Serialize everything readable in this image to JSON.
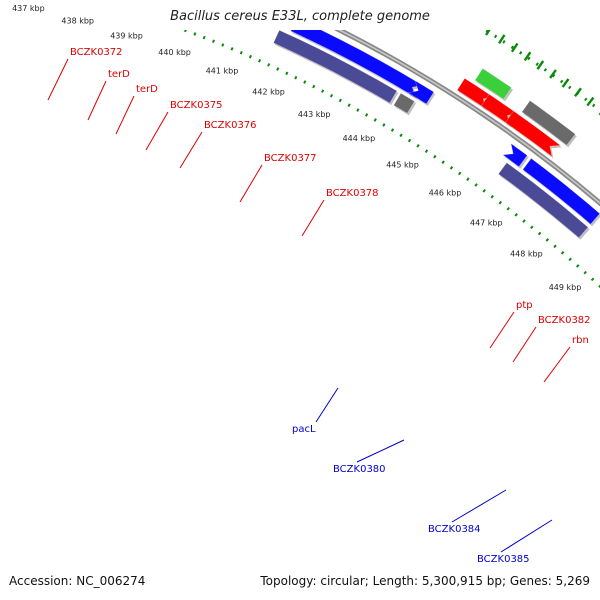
{
  "title": "Bacillus cereus E33L, complete genome",
  "accession": "Accession: NC_006274",
  "summary": "Topology: circular; Length: 5,300,915 bp; Genes: 5,269",
  "colors": {
    "red": "#ff0000",
    "navy": "#4a4a96",
    "blue": "#0a0aff",
    "green": "#3ccf3c",
    "gray": "#6a6a6a",
    "cyan": "#14cfcf",
    "orange": "#ff9a10",
    "backbone": "#999999",
    "tick": "#0a8a0a",
    "label_red": "#dd0000",
    "label_blue": "#0000cc"
  },
  "kbp_labels": [
    "437 kbp",
    "438 kbp",
    "439 kbp",
    "440 kbp",
    "441 kbp",
    "442 kbp",
    "443 kbp",
    "444 kbp",
    "445 kbp",
    "446 kbp",
    "447 kbp",
    "448 kbp",
    "449 kbp"
  ],
  "gene_labels": {
    "forward": [
      "BCZK0372",
      "terD",
      "terD",
      "BCZK0375",
      "BCZK0376",
      "BCZK0377",
      "BCZK0378",
      "ptp",
      "BCZK0382",
      "rbn"
    ],
    "reverse": [
      "pacL",
      "BCZK0380",
      "BCZK0384",
      "BCZK0385"
    ]
  }
}
